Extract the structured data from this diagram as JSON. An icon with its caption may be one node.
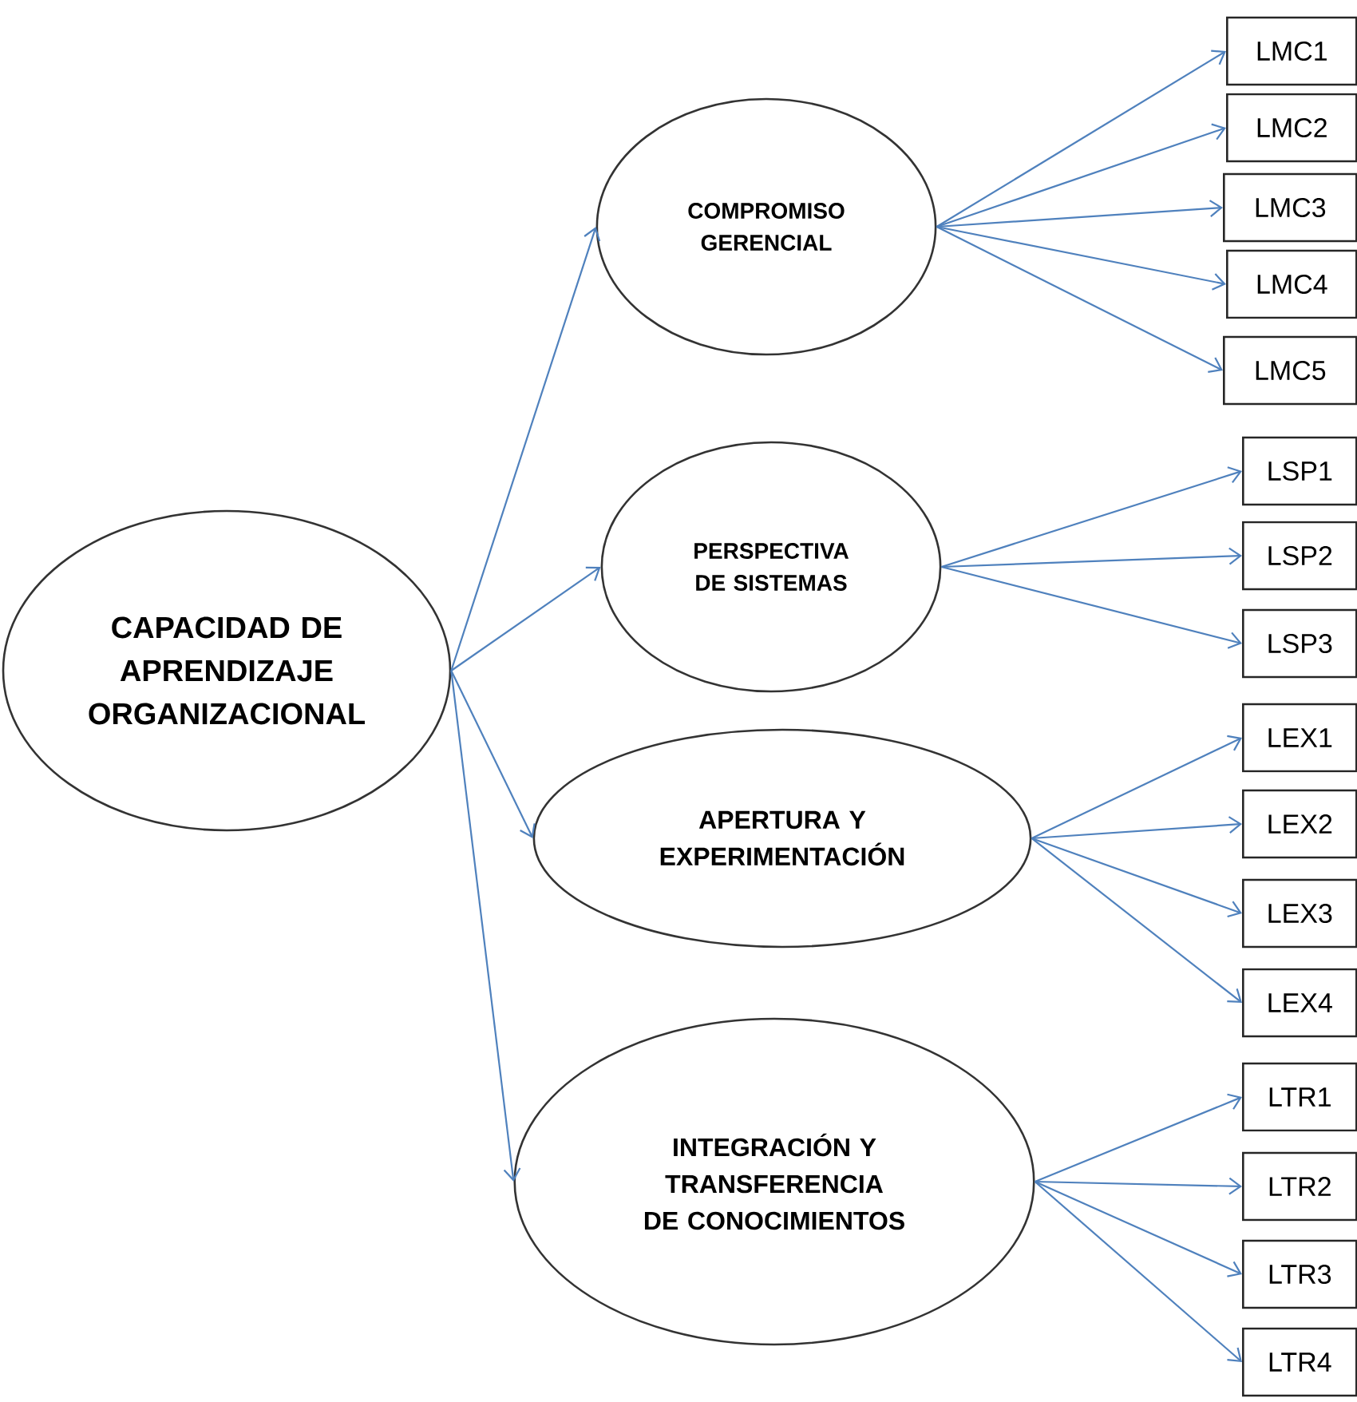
{
  "diagram": {
    "nodes": [
      {
        "text": [
          "CAPACIDAD DE APRENDIZAJE ORGANIZACIONAL"
        ]
      },
      {
        "text": [
          "COMPROMISO GERENCIAL"
        ]
      },
      {
        "text": [
          "LMC1"
        ]
      },
      {
        "text": [
          "LMC2"
        ]
      },
      {
        "text": [
          "LMC3"
        ]
      },
      {
        "text": [
          "LMC4"
        ]
      },
      {
        "text": [
          "LMC5"
        ]
      },
      {
        "text": [
          "PERSPECTIVA DE SISTEMAS"
        ]
      },
      {
        "text": [
          "LSP1"
        ]
      },
      {
        "text": [
          "LSP2"
        ]
      },
      {
        "text": [
          "LSP3"
        ]
      },
      {
        "text": [
          "APERTURA Y EXPERIMENTACIÓN"
        ]
      },
      {
        "text": [
          "LEX1"
        ]
      },
      {
        "text": [
          "LEX2"
        ]
      },
      {
        "text": [
          "LEX3"
        ]
      },
      {
        "text": [
          "LEX4"
        ]
      },
      {
        "text": [
          "INTEGRACIÓN Y TRANSFERENCIA DE CONOCIMIENTOS"
        ]
      },
      {
        "text": [
          "LTR1"
        ]
      },
      {
        "text": [
          "LTR2"
        ]
      },
      {
        "text": [
          "LTR3"
        ]
      },
      {
        "text": [
          "LTR4"
        ]
      }
    ],
    "edges": [
      {
        "from": 0,
        "to": 1,
        "arrow": "to"
      },
      {
        "from": 0,
        "to": 7,
        "arrow": "to"
      },
      {
        "from": 0,
        "to": 11,
        "arrow": "to"
      },
      {
        "from": 0,
        "to": 16,
        "arrow": "to"
      },
      {
        "from": 1,
        "to": 2,
        "arrow": "to"
      },
      {
        "from": 1,
        "to": 3,
        "arrow": "to"
      },
      {
        "from": 1,
        "to": 4,
        "arrow": "to"
      },
      {
        "from": 1,
        "to": 5,
        "arrow": "to"
      },
      {
        "from": 1,
        "to": 6,
        "arrow": "to"
      },
      {
        "from": 7,
        "to": 8,
        "arrow": "to"
      },
      {
        "from": 7,
        "to": 9,
        "arrow": "to"
      },
      {
        "from": 7,
        "to": 10,
        "arrow": "to"
      },
      {
        "from": 11,
        "to": 12,
        "arrow": "to"
      },
      {
        "from": 11,
        "to": 13,
        "arrow": "to"
      },
      {
        "from": 11,
        "to": 14,
        "arrow": "to"
      },
      {
        "from": 11,
        "to": 15,
        "arrow": "to"
      },
      {
        "from": 16,
        "to": 17,
        "arrow": "to"
      },
      {
        "from": 16,
        "to": 18,
        "arrow": "to"
      },
      {
        "from": 16,
        "to": 19,
        "arrow": "to"
      },
      {
        "from": 16,
        "to": 20,
        "arrow": "to"
      }
    ]
  }
}
